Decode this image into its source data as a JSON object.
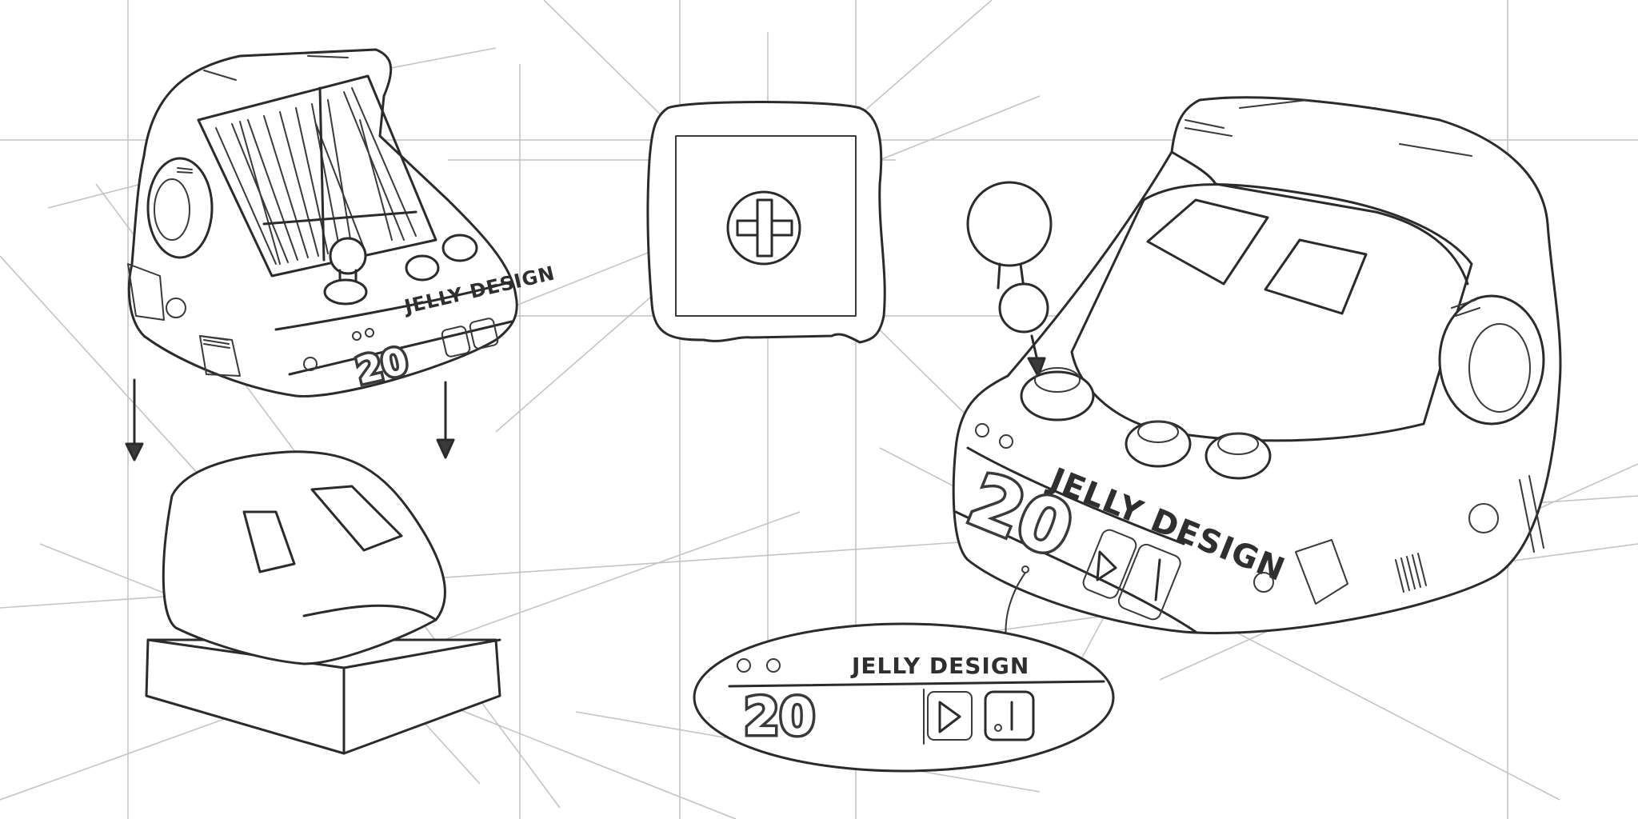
{
  "brand_label": "JELLY DESIGN",
  "model_number": "20",
  "views": {
    "top_left": {
      "brand": "JELLY DESIGN",
      "number": "20"
    },
    "right": {
      "brand": "JELLY DESIGN",
      "number": "20"
    },
    "detail": {
      "brand": "JELLY DESIGN",
      "number": "20"
    }
  },
  "colors": {
    "paper": "#ffffff",
    "ink": "#2b2b2b",
    "guide": "#c4c4c4"
  }
}
